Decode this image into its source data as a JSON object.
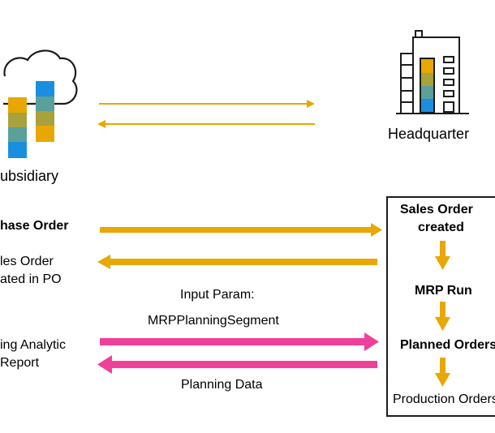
{
  "subsidiary": {
    "label": "ubsidiary"
  },
  "headquarter": {
    "label": "Headquarter"
  },
  "left_labels": {
    "purchase_order": "hase  Order",
    "sales_order_line1": "les Order",
    "sales_order_line2": "ated in PO",
    "planning_report_line1": "ing Analytic",
    "planning_report_line2": "Report"
  },
  "middle_labels": {
    "input_param": "Input Param:",
    "segment": "MRPPlanningSegment",
    "planning_data": "Planning Data"
  },
  "process_box": {
    "step1_line1": "Sales  Order",
    "step1_line2": "created",
    "step2": "MRP Run",
    "step3": "Planned Orders",
    "step4": "Production Orders"
  },
  "colors": {
    "orange": "#e8a701",
    "pink": "#f0419a",
    "blue": "#1a8fe0",
    "teal": "#5aa09b",
    "olive": "#a7a23c",
    "dark": "#1c1c1c"
  },
  "icons": {
    "subsidiary": "cloud-icon",
    "headquarter": "building-icon"
  }
}
